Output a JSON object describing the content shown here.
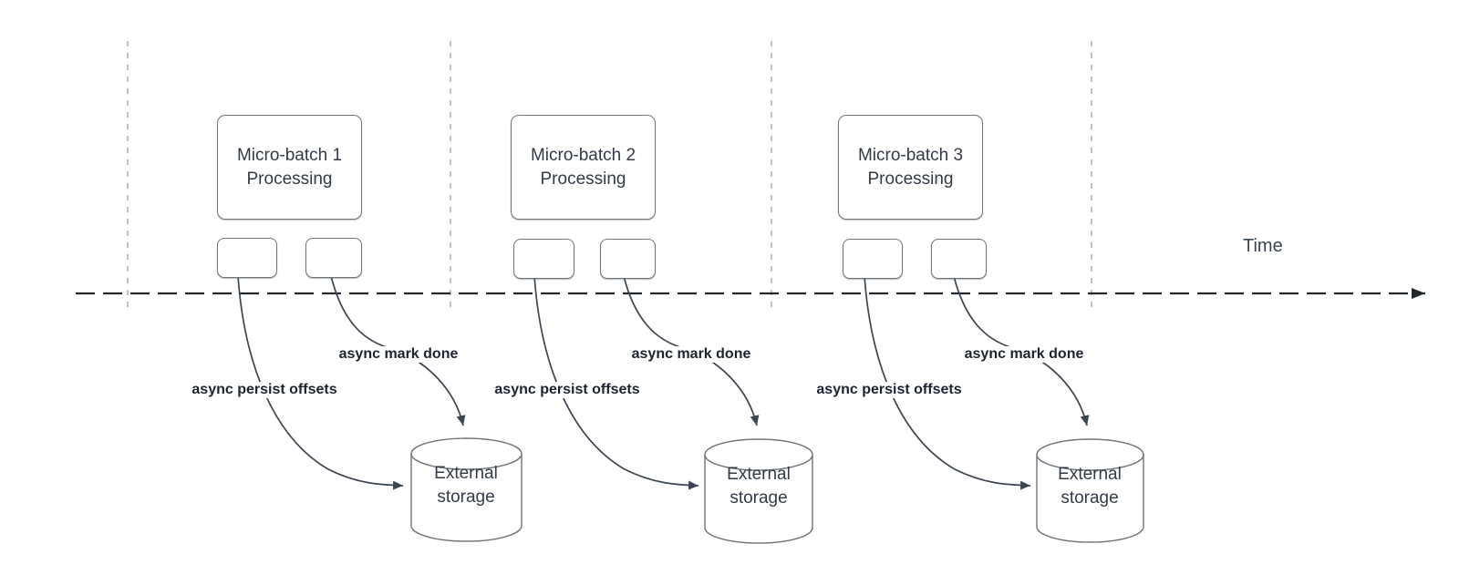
{
  "diagram": {
    "time_label": "Time",
    "groups": [
      {
        "processing_label": "Micro-batch 1 Processing",
        "persist_offsets_label": "async persist offsets",
        "mark_done_label": "async mark done",
        "storage_label": "External storage"
      },
      {
        "processing_label": "Micro-batch 2 Processing",
        "persist_offsets_label": "async persist offsets",
        "mark_done_label": "async mark done",
        "storage_label": "External storage"
      },
      {
        "processing_label": "Micro-batch 3 Processing",
        "persist_offsets_label": "async persist offsets",
        "mark_done_label": "async mark done",
        "storage_label": "External storage"
      }
    ],
    "colors": {
      "arrow_line": "#3c4552",
      "timeline_line": "#23282e",
      "guide_line": "#b1b4b8",
      "shape_border": "#6f757d",
      "text": "#333b47",
      "label_text": "#1d2430"
    }
  }
}
